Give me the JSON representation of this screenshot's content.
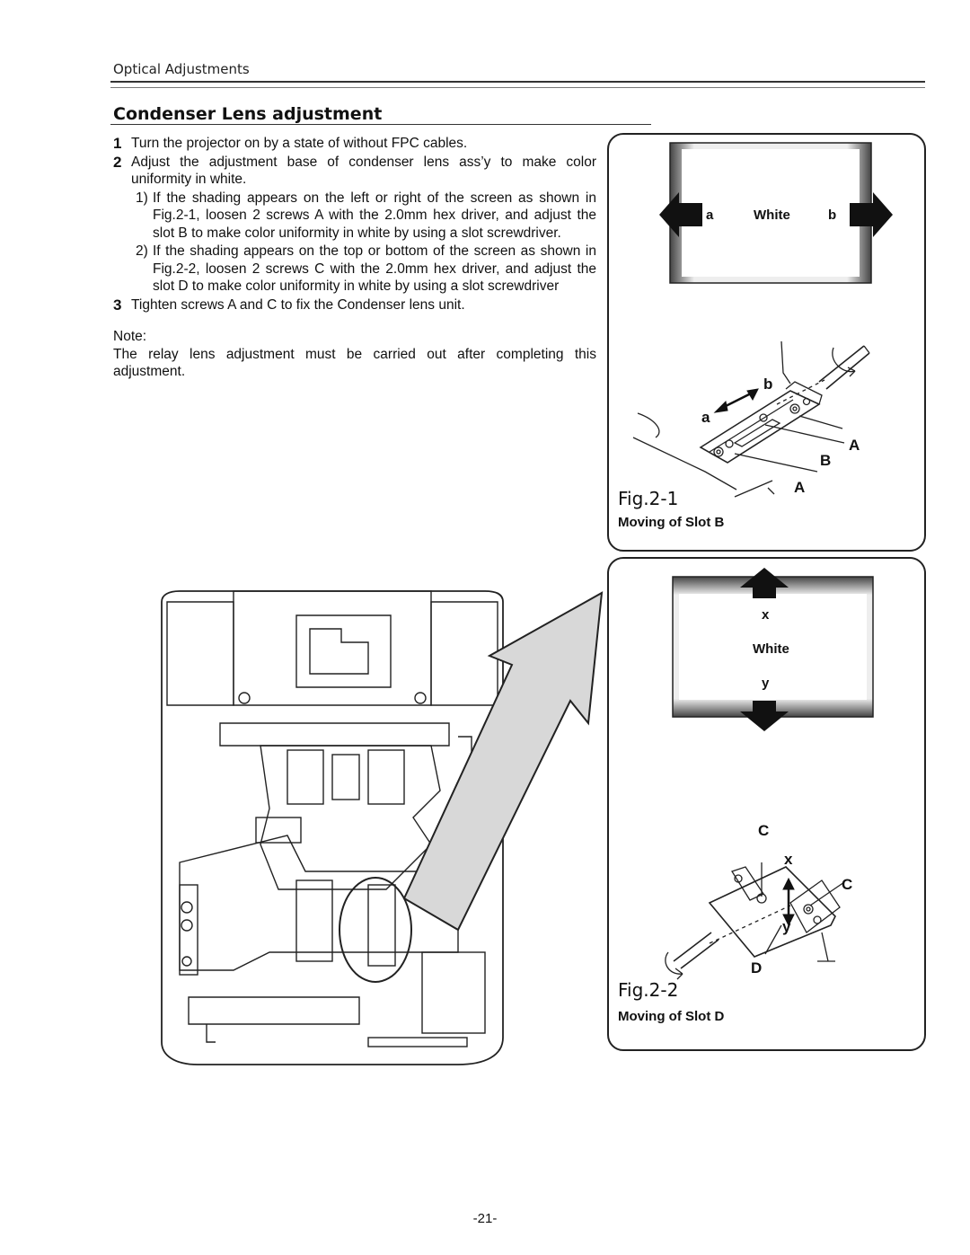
{
  "header": {
    "section": "Optical Adjustments",
    "title": "Condenser Lens adjustment"
  },
  "instructions": {
    "steps": [
      {
        "num": "1",
        "text": "Turn the projector on by a state of without FPC cables."
      },
      {
        "num": "2",
        "text": "Adjust the adjustment base of condenser lens ass’y to make color uniformity in white."
      }
    ],
    "substeps": [
      {
        "num": "1)",
        "text": "If the shading appears on the left or right of the screen as shown in Fig.2-1, loosen 2 screws A with the 2.0mm hex driver, and adjust the slot B to make color uniformity in white by using a slot screwdriver."
      },
      {
        "num": "2)",
        "text": "If the shading appears on the top or bottom of the screen as shown in Fig.2-2, loosen 2 screws C with the 2.0mm hex driver, and adjust the slot D to make color uniformity in white by using a slot screwdriver"
      }
    ],
    "step3": {
      "num": "3",
      "text": "Tighten screws A and C to fix the Condenser lens unit."
    },
    "note_label": "Note:",
    "note_text": "The relay lens adjustment must be carried out after completing this adjustment."
  },
  "figure1": {
    "id": "Fig.2-1",
    "caption": "Moving of Slot B",
    "screen": {
      "left_label": "a",
      "center_label": "White",
      "right_label": "b"
    },
    "callouts": {
      "b": "b",
      "a": "a",
      "A_upper": "A",
      "B": "B",
      "A_lower": "A"
    }
  },
  "figure2": {
    "id": "Fig.2-2",
    "caption": "Moving of Slot D",
    "screen": {
      "top_label": "x",
      "center_label": "White",
      "bottom_label": "y"
    },
    "callouts": {
      "C_upper": "C",
      "x": "x",
      "C_right": "C",
      "y": "y",
      "D": "D"
    }
  },
  "footer": {
    "page_number": "-21-"
  },
  "icons": {
    "left_arrow": "left-arrow-icon",
    "right_arrow": "right-arrow-icon",
    "up_arrow": "up-arrow-icon",
    "down_arrow": "down-arrow-icon",
    "screwdriver": "screwdriver-icon",
    "pointer_arrow": "callout-arrow-icon"
  }
}
